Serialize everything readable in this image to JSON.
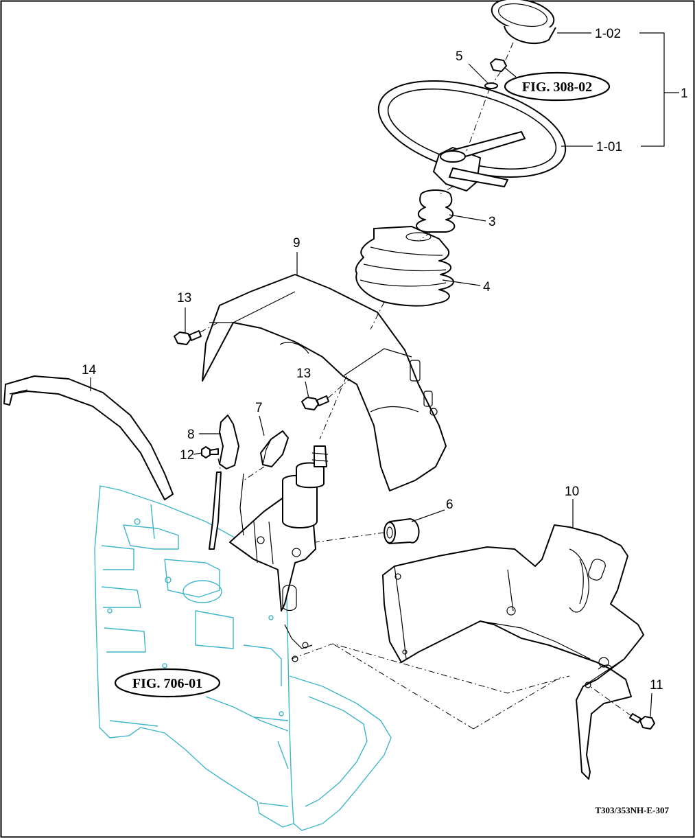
{
  "figure": {
    "drawing_code": "T303/353NH-E-307",
    "references": [
      {
        "id": "ref-308",
        "text": "FIG. 308-02"
      },
      {
        "id": "ref-706",
        "text": "FIG. 706-01"
      }
    ],
    "callouts": [
      {
        "id": "c-1-02",
        "text": "1-02"
      },
      {
        "id": "c-1",
        "text": "1"
      },
      {
        "id": "c-5",
        "text": "5"
      },
      {
        "id": "c-1-01",
        "text": "1-01"
      },
      {
        "id": "c-3",
        "text": "3"
      },
      {
        "id": "c-9",
        "text": "9"
      },
      {
        "id": "c-4",
        "text": "4"
      },
      {
        "id": "c-13a",
        "text": "13"
      },
      {
        "id": "c-13b",
        "text": "13"
      },
      {
        "id": "c-14",
        "text": "14"
      },
      {
        "id": "c-7",
        "text": "7"
      },
      {
        "id": "c-8",
        "text": "8"
      },
      {
        "id": "c-12",
        "text": "12"
      },
      {
        "id": "c-10",
        "text": "10"
      },
      {
        "id": "c-6",
        "text": "6"
      },
      {
        "id": "c-11",
        "text": "11"
      }
    ]
  },
  "colors": {
    "line": "#000000",
    "reference_part": "#3fb5c8",
    "background": "#ffffff"
  }
}
